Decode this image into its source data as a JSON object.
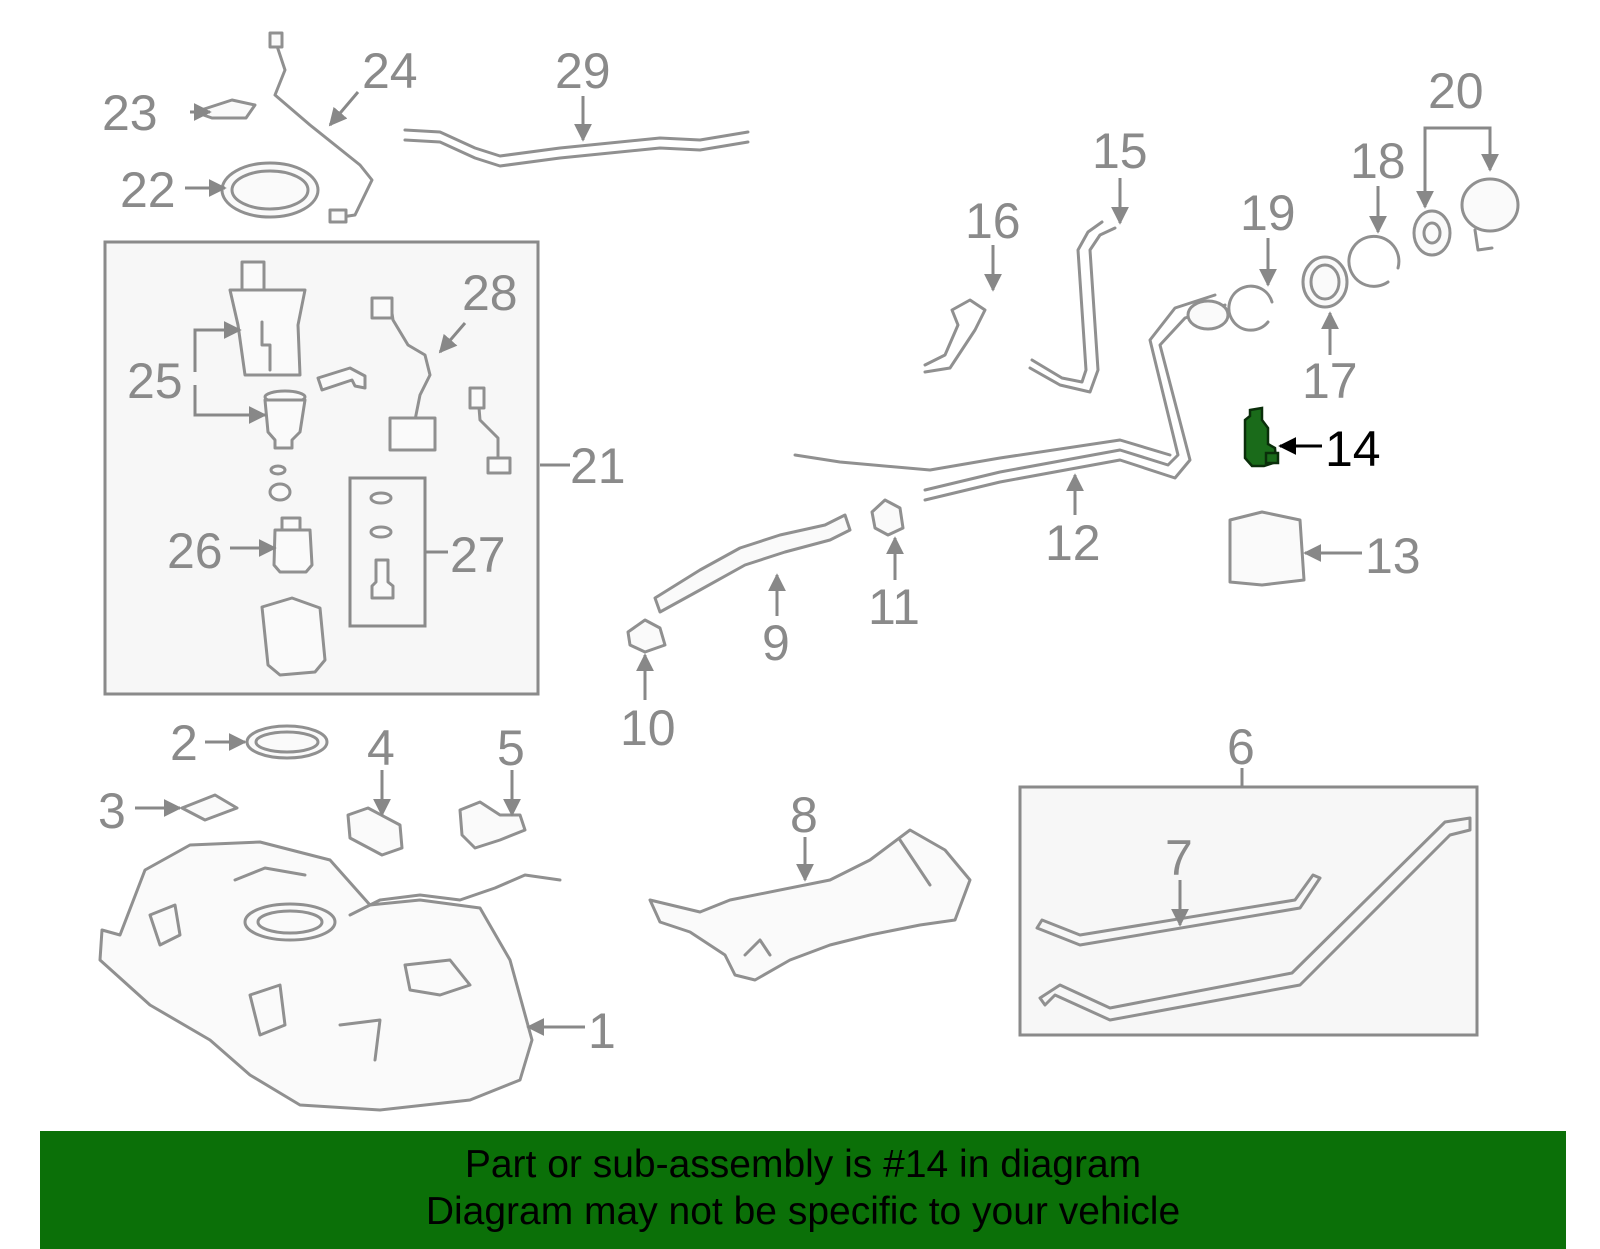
{
  "callouts": [
    "1",
    "2",
    "3",
    "4",
    "5",
    "6",
    "7",
    "8",
    "9",
    "10",
    "11",
    "12",
    "13",
    "14",
    "15",
    "16",
    "17",
    "18",
    "19",
    "20",
    "21",
    "22",
    "23",
    "24",
    "25",
    "26",
    "27",
    "28",
    "29"
  ],
  "highlighted_part": "14",
  "banner": {
    "line1": "Part or sub-assembly is #14 in diagram",
    "line2": "Diagram may not be specific to your vehicle"
  },
  "colors": {
    "banner_bg": "#0b7008",
    "highlight": "#1a6b1a",
    "callout": "#8a8a8a",
    "line": "#909090"
  }
}
